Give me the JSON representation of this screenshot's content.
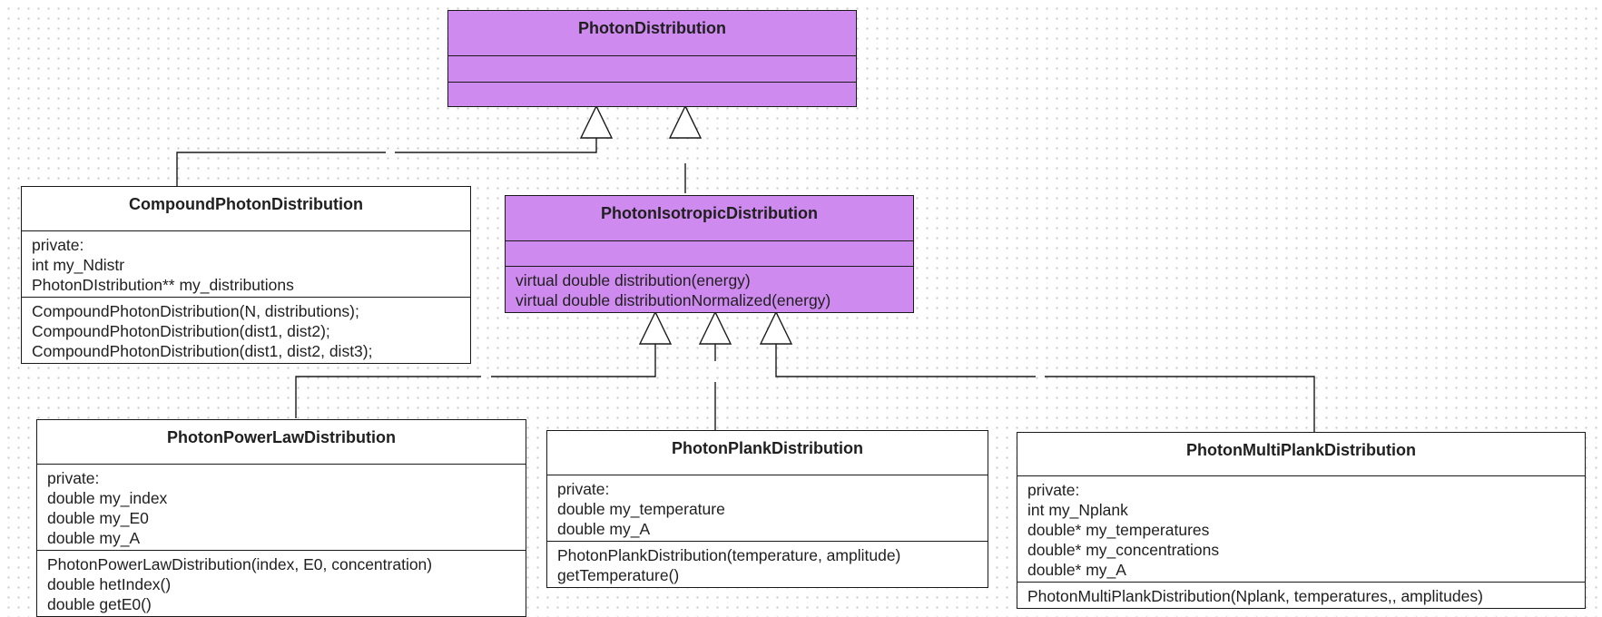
{
  "diagram": {
    "classes": {
      "photon_distribution": {
        "name": "PhotonDistribution",
        "attributes": [],
        "methods": []
      },
      "compound_photon_distribution": {
        "name": "CompoundPhotonDistribution",
        "attributes": [
          "private:",
          "int my_Ndistr",
          "PhotonDIstribution** my_distributions"
        ],
        "methods": [
          "CompoundPhotonDistribution(N,  distributions);",
          "CompoundPhotonDistribution(dist1, dist2);",
          "CompoundPhotonDistribution(dist1, dist2,  dist3);"
        ]
      },
      "photon_isotropic_distribution": {
        "name": "PhotonIsotropicDistribution",
        "attributes": [],
        "methods": [
          "virtual double distribution(energy)",
          "virtual double distributionNormalized(energy)"
        ]
      },
      "photon_power_law_distribution": {
        "name": "PhotonPowerLawDistribution",
        "attributes": [
          "private:",
          "double my_index",
          "double my_E0",
          "double my_A"
        ],
        "methods": [
          "PhotonPowerLawDistribution(index, E0, concentration)",
          "double hetIndex()",
          "double getE0()"
        ]
      },
      "photon_plank_distribution": {
        "name": "PhotonPlankDistribution",
        "attributes": [
          "private:",
          "double my_temperature",
          "double my_A"
        ],
        "methods": [
          "PhotonPlankDistribution(temperature, amplitude)",
          "getTemperature()"
        ]
      },
      "photon_multi_plank_distribution": {
        "name": "PhotonMultiPlankDistribution",
        "attributes": [
          "private:",
          "int my_Nplank",
          "double* my_temperatures",
          "double* my_concentrations",
          "double* my_A"
        ],
        "methods": [
          "PhotonMultiPlankDistribution(Nplank, temperatures,, amplitudes)"
        ]
      }
    },
    "relationships": [
      {
        "type": "generalization",
        "from": "CompoundPhotonDistribution",
        "to": "PhotonDistribution"
      },
      {
        "type": "generalization",
        "from": "PhotonIsotropicDistribution",
        "to": "PhotonDistribution"
      },
      {
        "type": "generalization",
        "from": "PhotonPowerLawDistribution",
        "to": "PhotonIsotropicDistribution"
      },
      {
        "type": "generalization",
        "from": "PhotonPlankDistribution",
        "to": "PhotonIsotropicDistribution"
      },
      {
        "type": "generalization",
        "from": "PhotonMultiPlankDistribution",
        "to": "PhotonIsotropicDistribution"
      }
    ],
    "colors": {
      "highlight_fill": "#cf8aef",
      "default_fill": "#ffffff",
      "stroke": "#1a1a1a"
    }
  }
}
